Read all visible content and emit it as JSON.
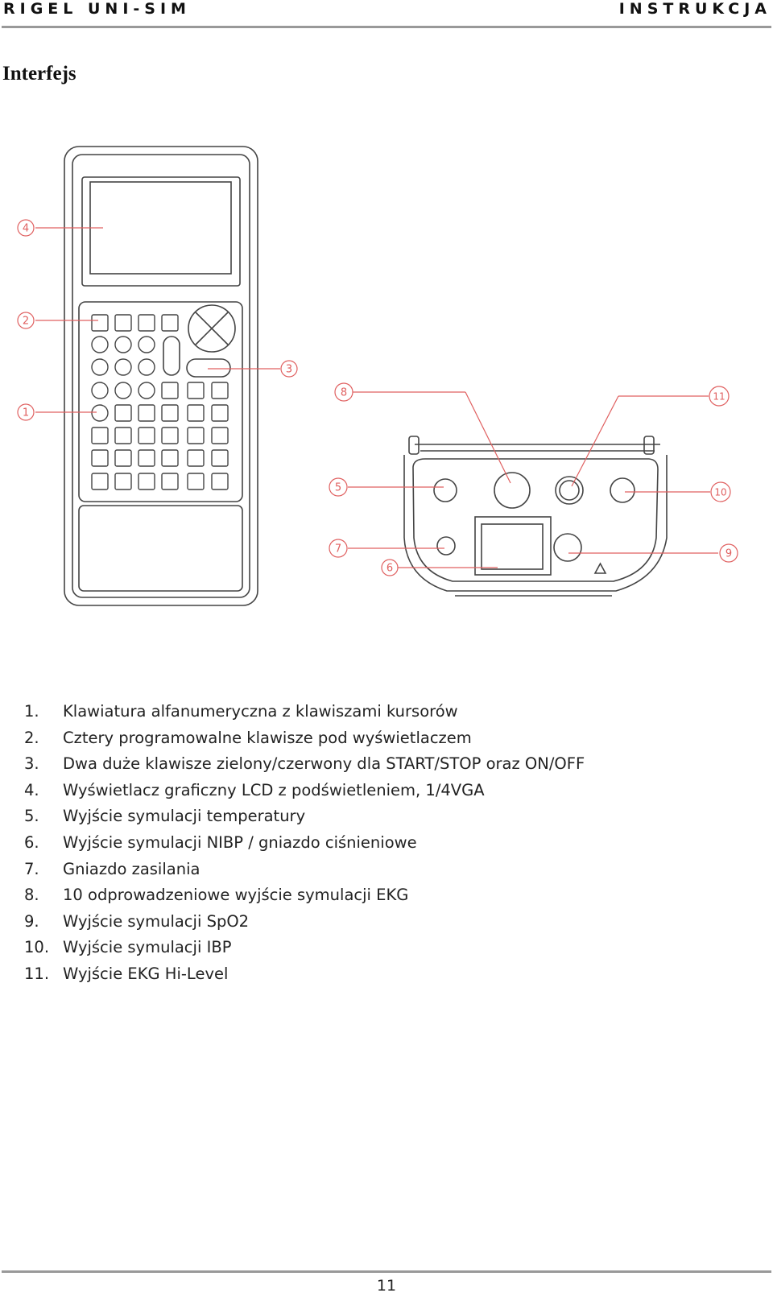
{
  "header": {
    "left": "RIGEL UNI-SIM",
    "right": "INSTRUKCJA"
  },
  "title": "Interfejs",
  "callouts": [
    "1",
    "2",
    "3",
    "4",
    "5",
    "6",
    "7",
    "8",
    "9",
    "10",
    "11"
  ],
  "legend": [
    {
      "num": "1.",
      "text": "Klawiatura alfanumeryczna z klawiszami kursorów"
    },
    {
      "num": "2.",
      "text": "Cztery programowalne klawisze pod wyświetlaczem"
    },
    {
      "num": "3.",
      "text": "Dwa duże klawisze zielony/czerwony dla  START/STOP oraz ON/OFF"
    },
    {
      "num": "4.",
      "text": "Wyświetlacz graficzny LCD z podświetleniem, 1/4VGA"
    },
    {
      "num": "5.",
      "text": "Wyjście symulacji temperatury"
    },
    {
      "num": "6.",
      "text": "Wyjście symulacji NIBP / gniazdo ciśnieniowe"
    },
    {
      "num": "7.",
      "text": "Gniazdo zasilania"
    },
    {
      "num": "8.",
      "text": "10 odprowadzeniowe wyjście symulacji EKG"
    },
    {
      "num": "9.",
      "text": "Wyjście symulacji SpO2"
    },
    {
      "num": "10.",
      "text": "Wyjście symulacji IBP"
    },
    {
      "num": "11.",
      "text": "Wyjście EKG Hi-Level"
    }
  ],
  "page_number": "11",
  "colors": {
    "callout_line": "#e06060",
    "drawing": "#444444",
    "rule": "#999999"
  }
}
